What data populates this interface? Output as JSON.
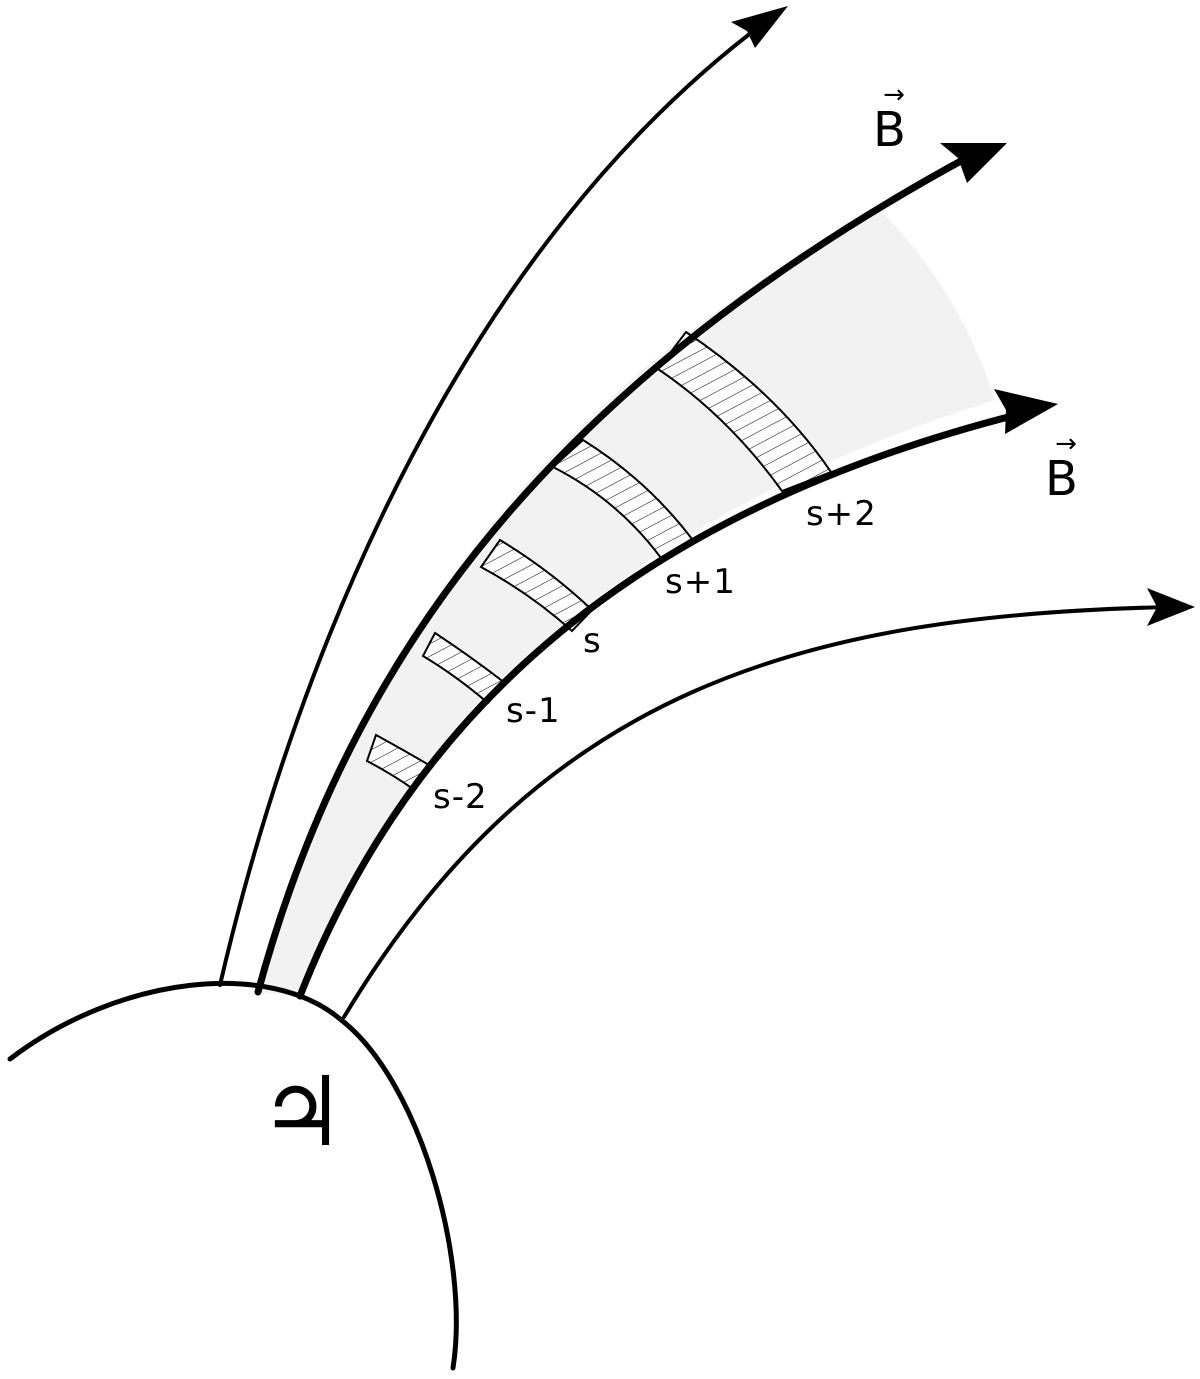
{
  "planet": {
    "symbol": "♃"
  },
  "field": {
    "upper_label": "B",
    "lower_label": "B",
    "vector_arrow": "→"
  },
  "segments": [
    {
      "label": "s-2"
    },
    {
      "label": "s-1"
    },
    {
      "label": "s"
    },
    {
      "label": "s+1"
    },
    {
      "label": "s+2"
    }
  ],
  "colors": {
    "stroke": "#000000",
    "flux_tube_fill": "#f2f2f2",
    "background": "#ffffff"
  }
}
